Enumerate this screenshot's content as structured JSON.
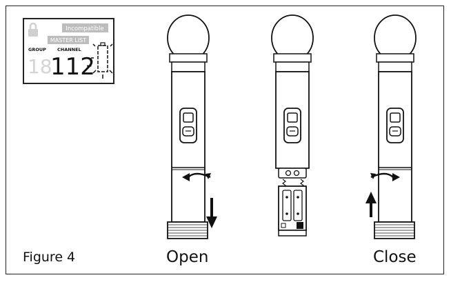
{
  "figure_label": "Figure 4",
  "captions": {
    "open": "Open",
    "close": "Close"
  },
  "lcd": {
    "incompatible_label": "Incompatible",
    "master_list_label": "MASTER LIST",
    "group_label": "GROUP",
    "channel_label": "CHANNEL",
    "group_value": "18",
    "channel_value": "112",
    "channel_suffix": "-",
    "icons": [
      "lock-icon",
      "battery-icon"
    ]
  },
  "colors": {
    "ink": "#111111",
    "lcd_ghost": "#cfcfcf",
    "lcd_label_bg": "#bdbdbd"
  }
}
